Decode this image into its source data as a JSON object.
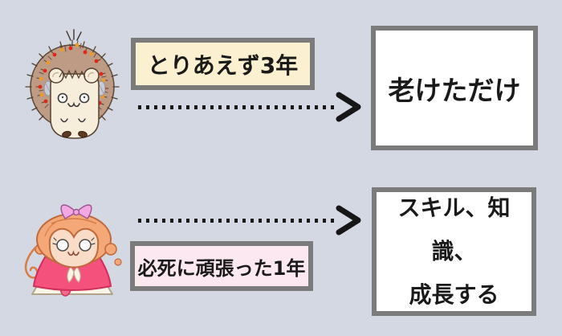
{
  "page": {
    "type": "comparison-diagram",
    "background": "#d4d8e2"
  },
  "colors": {
    "box_border": "#7b7b7b",
    "top_label_bg": "#fbf0d0",
    "bottom_label_bg": "#fce8f0",
    "result_bg": "#ffffff",
    "arrow": "#161616",
    "text": "#1a1a1a"
  },
  "rows": [
    {
      "character": "hedgehog",
      "label": "とりあえず3年",
      "result": "老けただけ"
    },
    {
      "character": "monkey-girl",
      "label": "必死に頑張った1年",
      "result_line1": "スキル、知識、",
      "result_line2": "成長する"
    }
  ]
}
